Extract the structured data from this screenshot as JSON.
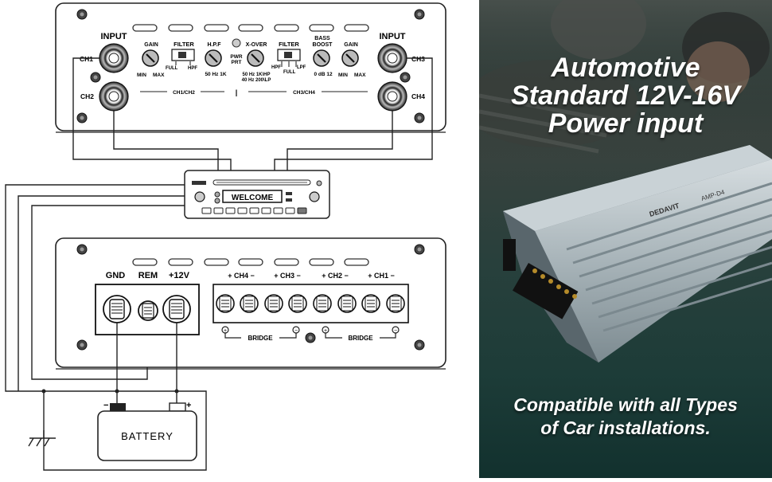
{
  "amp_top": {
    "input_left": "INPUT",
    "input_right": "INPUT",
    "ch1": "CH1",
    "ch2": "CH2",
    "ch3": "CH3",
    "ch4": "CH4",
    "gain": "GAIN",
    "gain_min": "MIN",
    "gain_max": "MAX",
    "filter": "FILTER",
    "full": "FULL",
    "hpf": "HPF",
    "lpf": "LPF",
    "hpf_label": "H.P.F",
    "hpf_range": "50 Hz 1K",
    "pwr": "PWR",
    "prt": "PRT",
    "xover": "X-OVER",
    "xover_range1": "50 Hz 1K\\HP",
    "xover_range2": "40 Hz 200\\LP",
    "bass": "BASS",
    "boost": "BOOST",
    "boost_range": "0 dB 12",
    "group_a": "CH1/CH2",
    "group_b": "CH3/CH4",
    "divider": "|"
  },
  "head_unit": {
    "display": "WELCOME"
  },
  "amp_bottom": {
    "gnd": "GND",
    "rem": "REM",
    "plus12v": "+12V",
    "ch4": "+ CH4 −",
    "ch3": "+ CH3 −",
    "ch2": "+ CH2 −",
    "ch1": "+ CH1 −",
    "bridge": "BRIDGE",
    "plus": "+",
    "minus": "−"
  },
  "battery": {
    "label": "BATTERY",
    "neg": "−",
    "pos": "+"
  },
  "promo": {
    "headline": [
      "Automotive",
      "Standard 12V-16V",
      "Power input"
    ],
    "subline": [
      "Compatible with all Types",
      "of Car installations."
    ],
    "brand": "DEDAVIT",
    "model": "AMP-D4"
  }
}
